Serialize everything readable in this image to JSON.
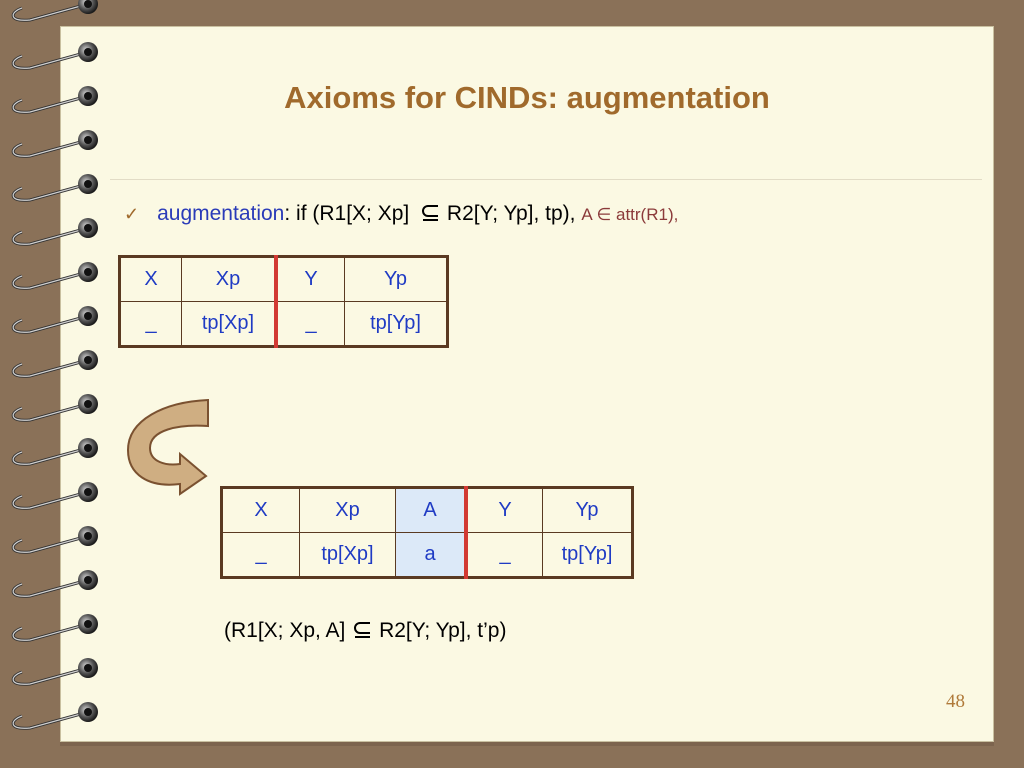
{
  "title": "Axioms for CINDs: augmentation",
  "bullet": {
    "keyword": "augmentation",
    "text_before_subset": ": if (R1[X; Xp]",
    "text_after_subset": " R2[Y; Yp],  tp), ",
    "condition": "A ∈ attr(R1),"
  },
  "table1": {
    "header": [
      "X",
      "Xp",
      "Y",
      "Yp"
    ],
    "row": [
      "_",
      "tp[Xp]",
      "_",
      "tp[Yp]"
    ]
  },
  "table2": {
    "header": [
      "X",
      "Xp",
      "A",
      "Y",
      "Yp"
    ],
    "row": [
      "_",
      "tp[Xp]",
      "a",
      "_",
      "tp[Yp]"
    ]
  },
  "result": {
    "before_subset": "(R1[X; Xp, A]",
    "after_subset": " R2[Y; Yp],  t’p)"
  },
  "page_number": "48",
  "colors": {
    "title": "#a06a2c",
    "keyword": "#2a3bb8",
    "table_text": "#1f3bc4",
    "separator": "#d23a33",
    "highlight": "#dce9f8"
  },
  "icons": {
    "bullet": "check-mark-icon",
    "arrow": "curved-arrow-icon",
    "subset": "subseteq-icon"
  }
}
